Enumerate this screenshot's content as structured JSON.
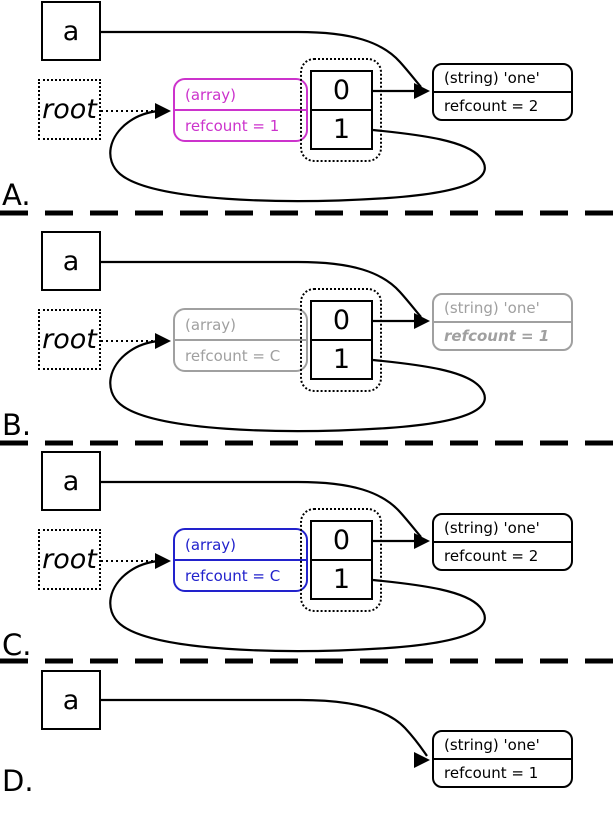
{
  "panels": [
    {
      "label": "A.",
      "variable": "a",
      "root": "root",
      "array": {
        "title": "(array)",
        "refcount": "refcount = 1",
        "color": "#cc33cc"
      },
      "cells": [
        "0",
        "1"
      ],
      "string": {
        "title": "(string) 'one'",
        "refcount": "refcount = 2",
        "color": "#000000"
      }
    },
    {
      "label": "B.",
      "variable": "a",
      "root": "root",
      "array": {
        "title": "(array)",
        "refcount": "refcount = C",
        "color": "#a0a0a0"
      },
      "cells": [
        "0",
        "1"
      ],
      "string": {
        "title": "(string) 'one'",
        "refcount": "refcount = 1",
        "color": "#a0a0a0"
      }
    },
    {
      "label": "C.",
      "variable": "a",
      "root": "root",
      "array": {
        "title": "(array)",
        "refcount": "refcount = C",
        "color": "#2222cc"
      },
      "cells": [
        "0",
        "1"
      ],
      "string": {
        "title": "(string) 'one'",
        "refcount": "refcount = 2",
        "color": "#000000"
      }
    },
    {
      "label": "D.",
      "variable": "a",
      "string": {
        "title": "(string) 'one'",
        "refcount": "refcount = 1",
        "color": "#000000"
      }
    }
  ],
  "colors": {
    "highlight_magenta": "#cc33cc",
    "muted_gray": "#a0a0a0",
    "highlight_blue": "#2222cc",
    "line_black": "#000000"
  }
}
